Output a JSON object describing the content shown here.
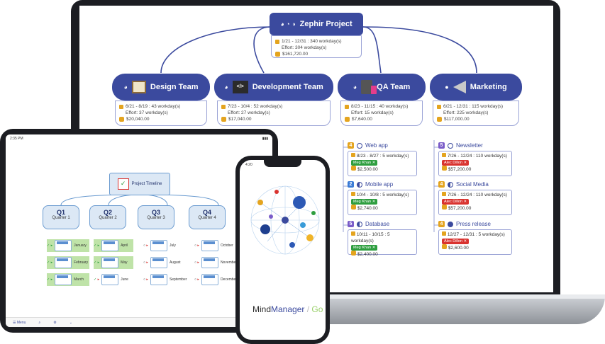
{
  "laptop": {
    "central": {
      "title": "Zephir Project",
      "dates": "1/21 - 12/31 : 340 workday(s)",
      "effort": "Effort: 304 workday(s)",
      "cost": "$161,720.00"
    },
    "teams": [
      {
        "title": "Design Team",
        "dates": "6/21 - 8/19 : 43 workday(s)",
        "effort": "Effort: 37 workday(s)",
        "cost": "$20,040.00"
      },
      {
        "title": "Development Team",
        "dates": "7/23 - 10/4 : 52 workday(s)",
        "effort": "Effort: 27 workday(s)",
        "cost": "$17,040.00"
      },
      {
        "title": "QA Team",
        "dates": "8/23 - 11/15 : 40 workday(s)",
        "effort": "Effort: 15 workday(s)",
        "cost": "$7,640.00"
      },
      {
        "title": "Marketing",
        "dates": "6/21 - 12/31 : 115 workday(s)",
        "effort": "Effort: 225 workday(s)",
        "cost": "$117,000.00"
      }
    ],
    "qa_tasks": [
      {
        "priority": "4",
        "name": "Web app",
        "dates": "8/23 - 8/27 : 5 workday(s)",
        "person": "Meg Khan",
        "cost": "$2,500.00"
      },
      {
        "priority": "2",
        "name": "Mobile app",
        "dates": "10/4 - 10/8 : 5 workday(s)",
        "person": "Meg Khan",
        "cost": "$2,740.00"
      },
      {
        "priority": "5",
        "name": "Database",
        "dates": "10/11 - 10/15 : 5 workday(s)",
        "person": "Meg Khan",
        "cost": "$2,400.00"
      }
    ],
    "marketing_tasks": [
      {
        "priority": "5",
        "name": "Newsletter",
        "dates": "7/26 - 12/24 : 110 workday(s)",
        "person": "Alec Dillon",
        "cost": "$57,200.00"
      },
      {
        "priority": "4",
        "name": "Social Media",
        "dates": "7/26 - 12/24 : 110 workday(s)",
        "person": "Alec Dillon",
        "cost": "$57,200.00"
      },
      {
        "priority": "4",
        "name": "Press release",
        "dates": "12/27 - 12/31 : 5 workday(s)",
        "person": "Alec Dillon",
        "cost": "$2,600.00"
      }
    ]
  },
  "tablet": {
    "status_time": "2:35 PM",
    "title": "Project Timeline",
    "quarters": [
      {
        "q": "Q1",
        "label": "Quarter 1",
        "months": [
          "January",
          "February",
          "March"
        ]
      },
      {
        "q": "Q2",
        "label": "Quarter 2",
        "months": [
          "April",
          "May",
          "June"
        ]
      },
      {
        "q": "Q3",
        "label": "Quarter 3",
        "months": [
          "July",
          "August",
          "September"
        ]
      },
      {
        "q": "Q4",
        "label": "Quarter 4",
        "months": [
          "October",
          "November",
          "December"
        ]
      }
    ],
    "month_abbr": [
      "JAN",
      "FEB",
      "MAR",
      "APR",
      "MAY",
      "JUN",
      "JUL",
      "AUG",
      "SEP",
      "OCT",
      "NOV",
      "DEC"
    ],
    "menu_label": "Menu"
  },
  "phone": {
    "status_time": "4:20",
    "brand_mind": "Mind",
    "brand_manager": "Manager",
    "brand_go": "Go"
  },
  "colors": {
    "topic": "#3b4a9e",
    "accent_yellow": "#e4a41f",
    "green": "#2e9e3f",
    "red": "#d9332f",
    "purple": "#7a5cc9"
  }
}
